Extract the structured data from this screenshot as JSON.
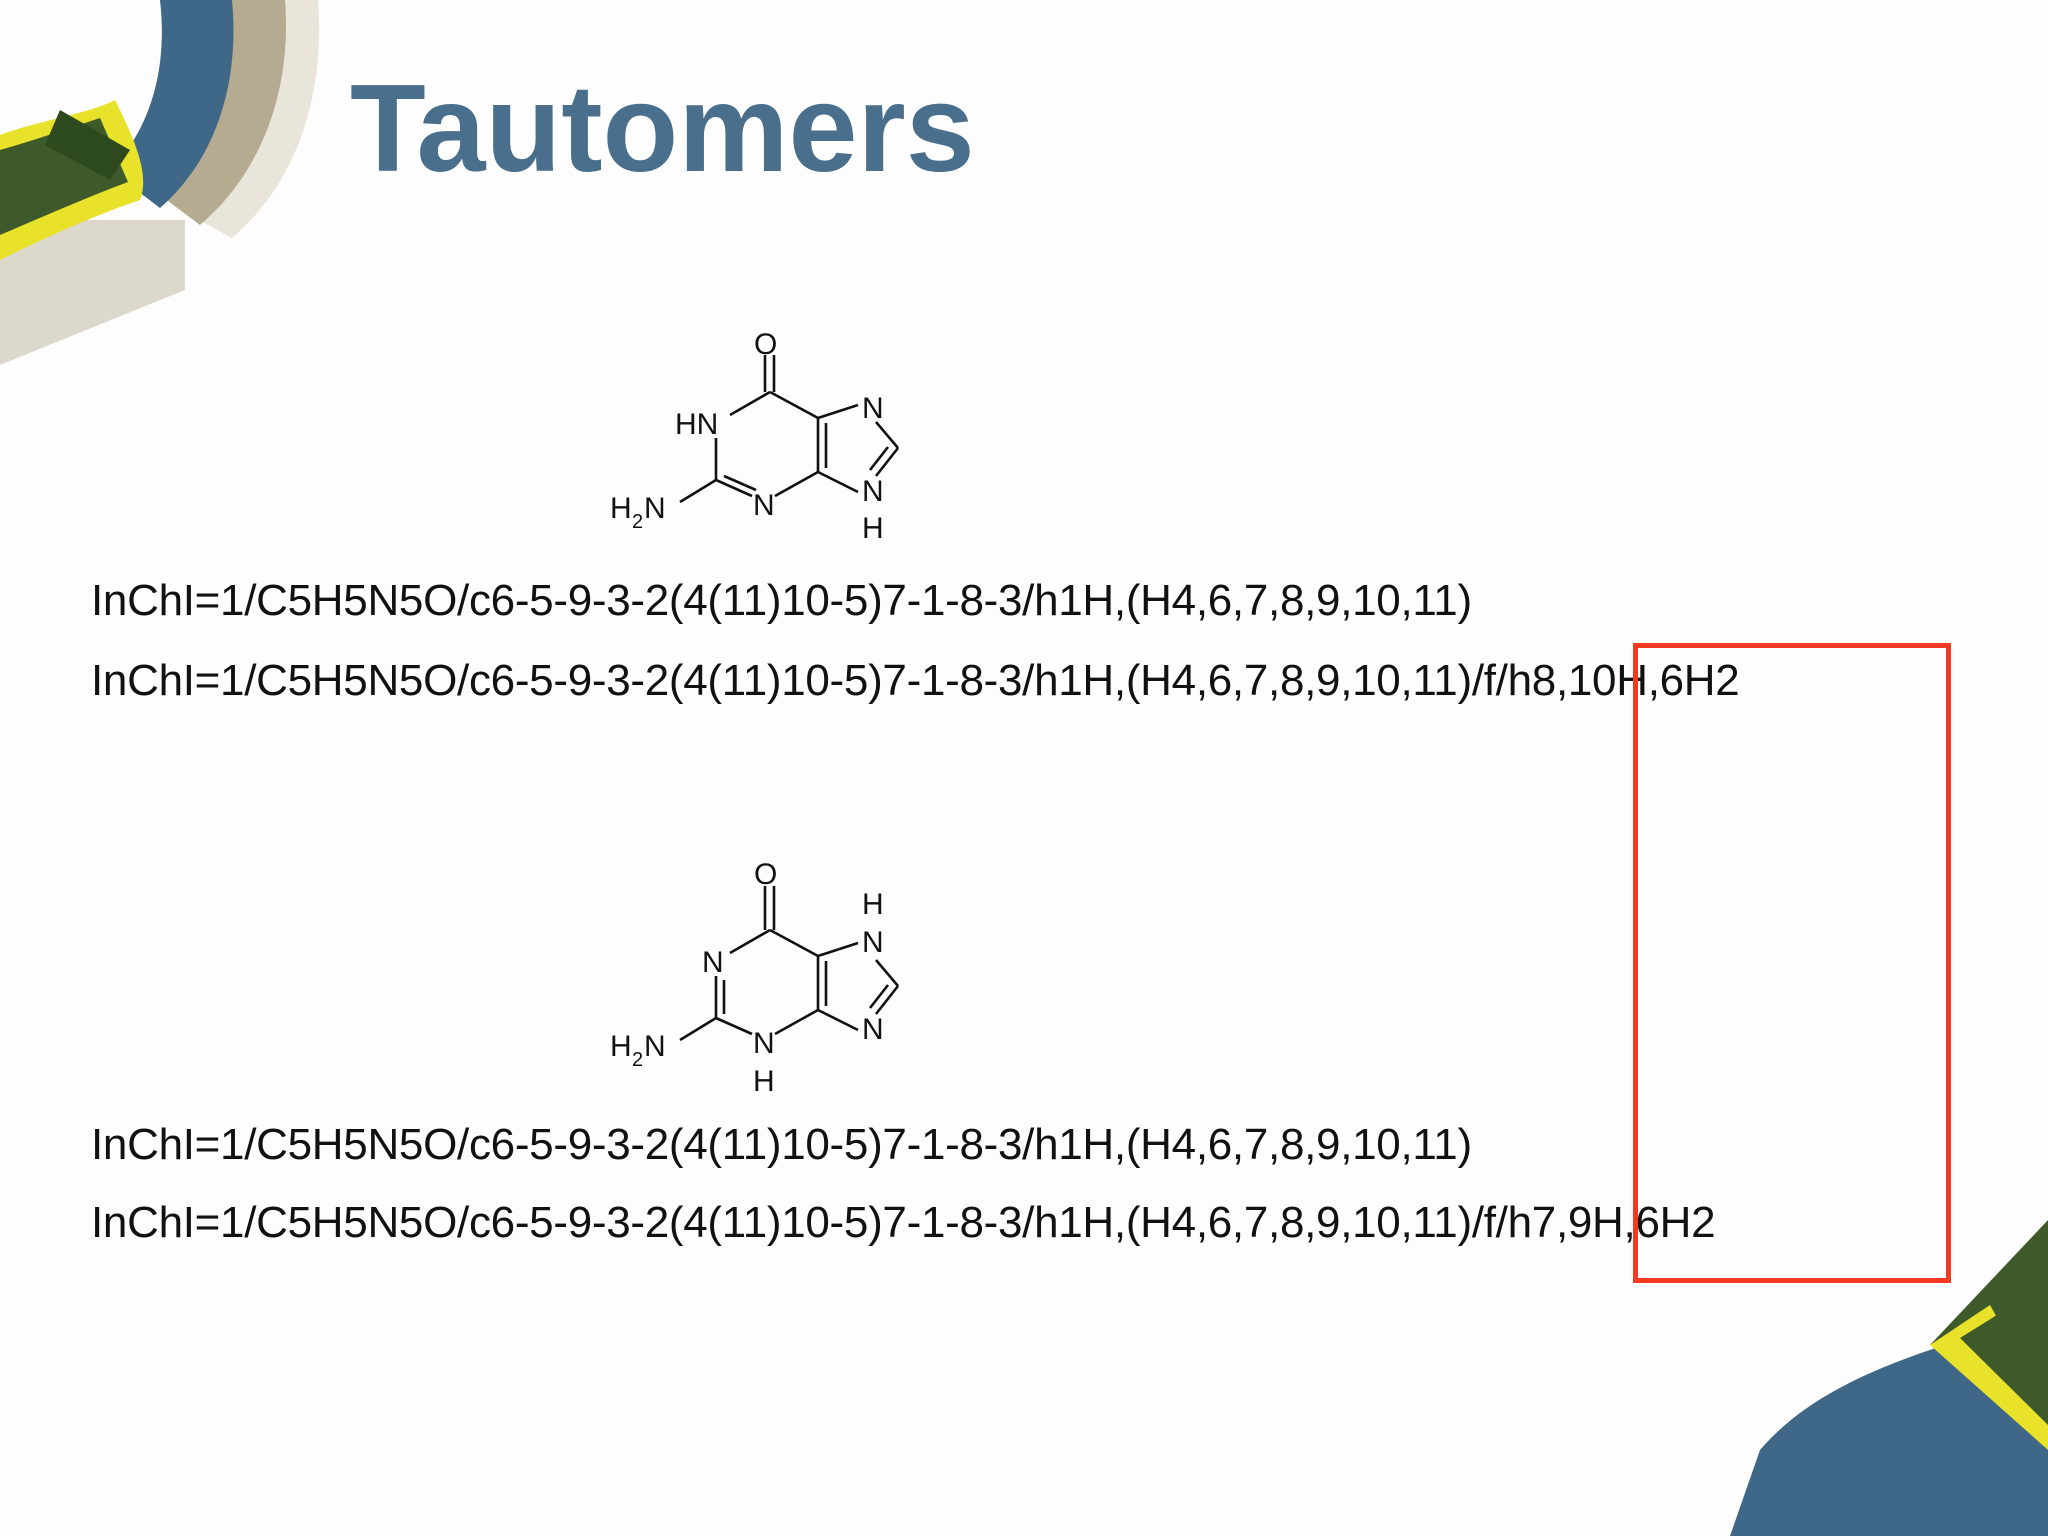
{
  "slide": {
    "title": "Tautomers"
  },
  "molecules": [
    {
      "labels": {
        "o": "O",
        "hn": "HN",
        "n7": "N",
        "n9": "N",
        "h9": "H",
        "n3": "N",
        "h2n_h": "H",
        "h2n_sub": "2",
        "h2n_n": "N"
      },
      "inchi": [
        "InChI=1/C5H5N5O/c6-5-9-3-2(4(11)10-5)7-1-8-3/h1H,(H4,6,7,8,9,10,11)",
        "InChI=1/C5H5N5O/c6-5-9-3-2(4(11)10-5)7-1-8-3/h1H,(H4,6,7,8,9,10,11)/f/h8,10H,6H2"
      ]
    },
    {
      "labels": {
        "o": "O",
        "n1": "N",
        "h7": "H",
        "n7": "N",
        "n9": "N",
        "n3": "N",
        "h3": "H",
        "h2n_h": "H",
        "h2n_sub": "2",
        "h2n_n": "N"
      },
      "inchi": [
        "InChI=1/C5H5N5O/c6-5-9-3-2(4(11)10-5)7-1-8-3/h1H,(H4,6,7,8,9,10,11)",
        "InChI=1/C5H5N5O/c6-5-9-3-2(4(11)10-5)7-1-8-3/h1H,(H4,6,7,8,9,10,11)/f/h7,9H,6H2"
      ]
    }
  ],
  "colors": {
    "title": "#4a6f8c",
    "highlight": "#f23a22",
    "deco_blue": "#3f6787",
    "deco_green": "#3e5a2a",
    "deco_yellow": "#e8e22a",
    "deco_tan": "#c9c0a8"
  }
}
